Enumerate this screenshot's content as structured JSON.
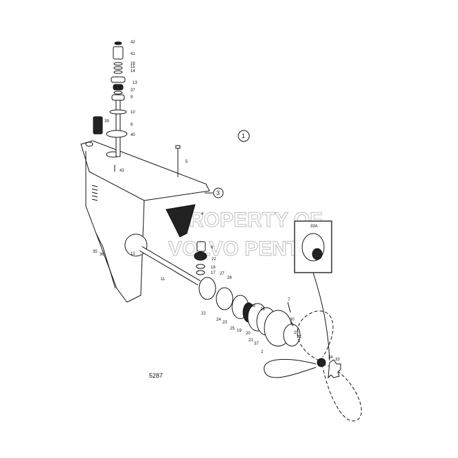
{
  "diagram": {
    "drawing_number": "5287",
    "watermark": [
      "PROPERTY OF",
      "VOLVO PENTA"
    ],
    "circled_callouts": [
      "1",
      "3"
    ],
    "inset_label": "33A",
    "part_callouts": [
      "42",
      "41",
      "16",
      "15",
      "14",
      "13",
      "37",
      "9",
      "10",
      "39",
      "8",
      "40",
      "5",
      "43",
      "4",
      "6",
      "22",
      "18",
      "17",
      "12",
      "11",
      "35",
      "36",
      "27",
      "26",
      "22",
      "24",
      "23",
      "25",
      "19",
      "38",
      "28",
      "20",
      "21",
      "37",
      "2",
      "7",
      "30",
      "29",
      "32",
      "34",
      "33"
    ]
  }
}
